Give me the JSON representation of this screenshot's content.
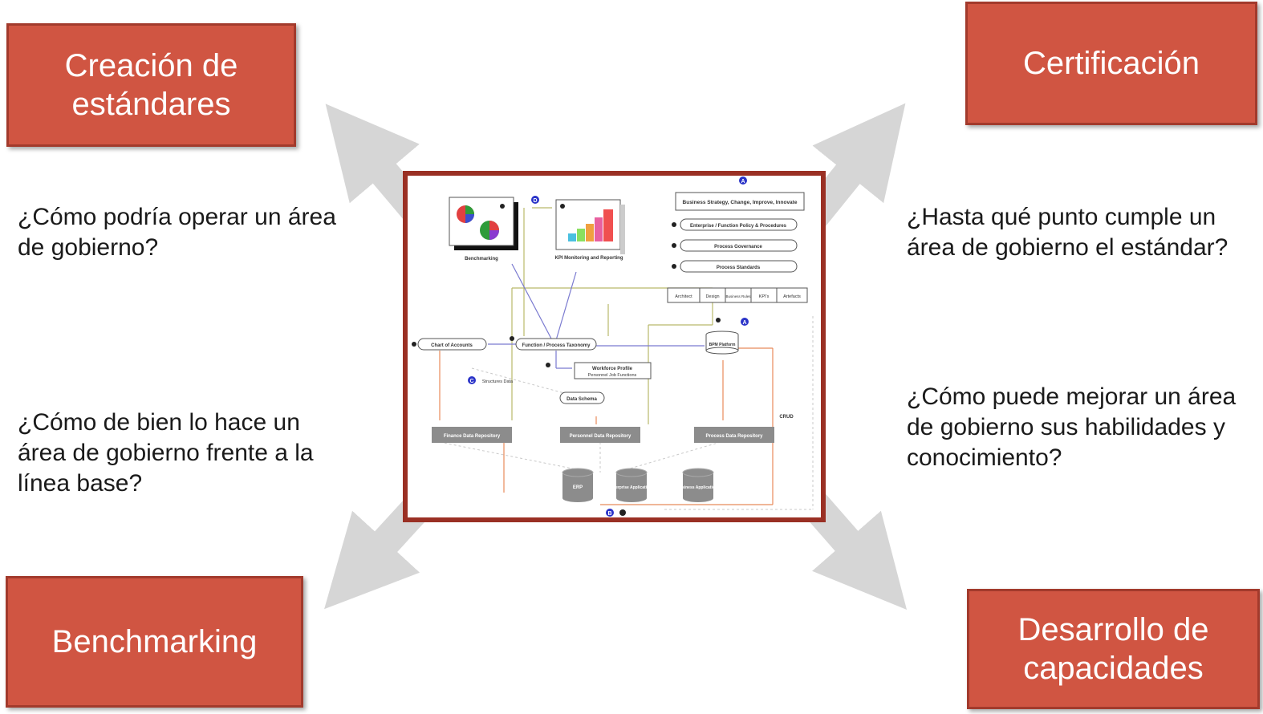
{
  "boxes": {
    "top_left": "Creación de\nestándares",
    "top_right": "Certificación",
    "bottom_left": "Benchmarking",
    "bottom_right": "Desarrollo de\ncapacidades"
  },
  "questions": {
    "q1": "¿Cómo podría operar un área de gobierno?",
    "q2": "¿Cómo de bien lo hace un área de gobierno frente a la línea base?",
    "q3": "¿Hasta qué punto cumple un área de gobierno el estándar?",
    "q4": "¿Cómo puede mejorar un área de gobierno sus habilidades y conocimiento?"
  },
  "diagram": {
    "strategy": "Business Strategy, Change, Improve, Innovate",
    "policy": "Enterprise / Function Policy & Procedures",
    "governance": "Process Governance",
    "standards": "Process Standards",
    "architect": "Architect",
    "design": "Design",
    "business_rules": "Business Rules",
    "kpis": "KPI's",
    "artefacts": "Artefacts",
    "benchmarking": "Benchmarking",
    "kpi_monitoring": "KPI Monitoring and Reporting",
    "chart_of_accounts": "Chart of Accounts",
    "taxonomy": "Function / Process Taxonomy",
    "workforce_profile": "Workforce Profile",
    "personnel_job": "Personnel Job Functions",
    "bpm_platform": "BPM Platform",
    "structures_data": "Structures Data",
    "data_schema": "Data Schema",
    "finance_repo": "Finance Data Repository",
    "personnel_repo": "Personnel Data Repository",
    "process_repo": "Process Data Repository",
    "crud": "CRUD",
    "erp": "ERP",
    "enterprise_apps": "Enterprise Applications",
    "business_apps": "Business Applications"
  },
  "colors": {
    "box_fill": "#d05542",
    "box_border": "#a23a2c",
    "arrow": "#d6d6d6",
    "frame": "#9a3024"
  }
}
